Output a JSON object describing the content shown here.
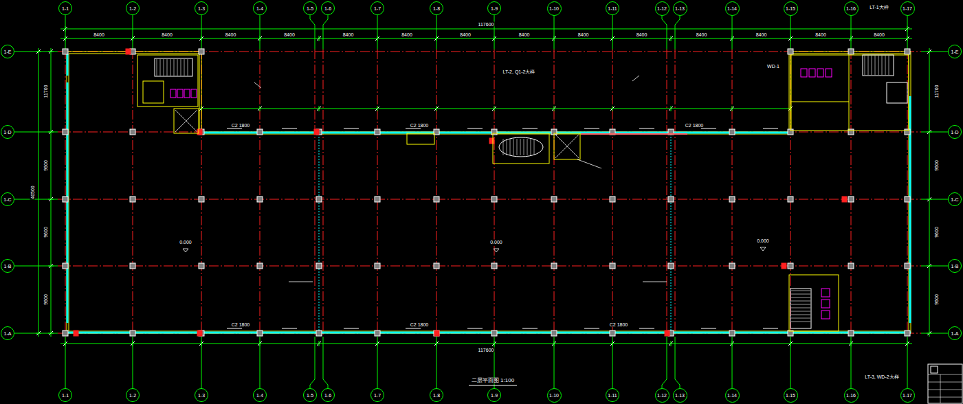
{
  "diagram": {
    "caption": "二层平面图 1:100",
    "nodes": [
      {
        "text": [
          "1-1"
        ]
      },
      {
        "text": [
          "1-2"
        ]
      },
      {
        "text": [
          "1-3"
        ]
      },
      {
        "text": [
          "1-4"
        ]
      },
      {
        "text": [
          "1-5"
        ]
      },
      {
        "text": [
          "1-6"
        ]
      },
      {
        "text": [
          "1-7"
        ]
      },
      {
        "text": [
          "1-8"
        ]
      },
      {
        "text": [
          "1-9"
        ]
      },
      {
        "text": [
          "1-10"
        ]
      },
      {
        "text": [
          "1-11"
        ]
      },
      {
        "text": [
          "1-12"
        ]
      },
      {
        "text": [
          "1-13"
        ]
      },
      {
        "text": [
          "1-14"
        ]
      },
      {
        "text": [
          "1-15"
        ]
      },
      {
        "text": [
          "1-16"
        ]
      },
      {
        "text": [
          "1-17"
        ]
      },
      {
        "text": [
          "1-1"
        ]
      },
      {
        "text": [
          "1-2"
        ]
      },
      {
        "text": [
          "1-3"
        ]
      },
      {
        "text": [
          "1-4"
        ]
      },
      {
        "text": [
          "1-5"
        ]
      },
      {
        "text": [
          "1-6"
        ]
      },
      {
        "text": [
          "1-7"
        ]
      },
      {
        "text": [
          "1-8"
        ]
      },
      {
        "text": [
          "1-9"
        ]
      },
      {
        "text": [
          "1-10"
        ]
      },
      {
        "text": [
          "1-11"
        ]
      },
      {
        "text": [
          "1-12"
        ]
      },
      {
        "text": [
          "1-13"
        ]
      },
      {
        "text": [
          "1-14"
        ]
      },
      {
        "text": [
          "1-15"
        ]
      },
      {
        "text": [
          "1-16"
        ]
      },
      {
        "text": [
          "1-17"
        ]
      },
      {
        "text": [
          "1-E"
        ]
      },
      {
        "text": [
          "1-D"
        ]
      },
      {
        "text": [
          "1-C"
        ]
      },
      {
        "text": [
          "1-B"
        ]
      },
      {
        "text": [
          "1-A"
        ]
      },
      {
        "text": [
          "1-E"
        ]
      },
      {
        "text": [
          "1-D"
        ]
      },
      {
        "text": [
          "1-C"
        ]
      },
      {
        "text": [
          "1-B"
        ]
      },
      {
        "text": [
          "1-A"
        ]
      }
    ],
    "labels": [
      "117600",
      "8400",
      "8400",
      "8400",
      "8400",
      "8400",
      "8400",
      "8400",
      "8400",
      "8400",
      "8400",
      "8400",
      "8400",
      "8400",
      "8400",
      "117600",
      "11700",
      "9600",
      "9600",
      "9600",
      "40500",
      "11700",
      "9600",
      "9600",
      "9600",
      "0.000",
      "0.000",
      "0.000",
      "LT-2, Q1-2大样",
      "WD-1",
      "LT-3, WD-2大样",
      "LT-1大样",
      "C2 1800",
      "C2 1800",
      "C2 1800",
      "C2 1800",
      "C2 1800",
      "C2 1800"
    ]
  }
}
